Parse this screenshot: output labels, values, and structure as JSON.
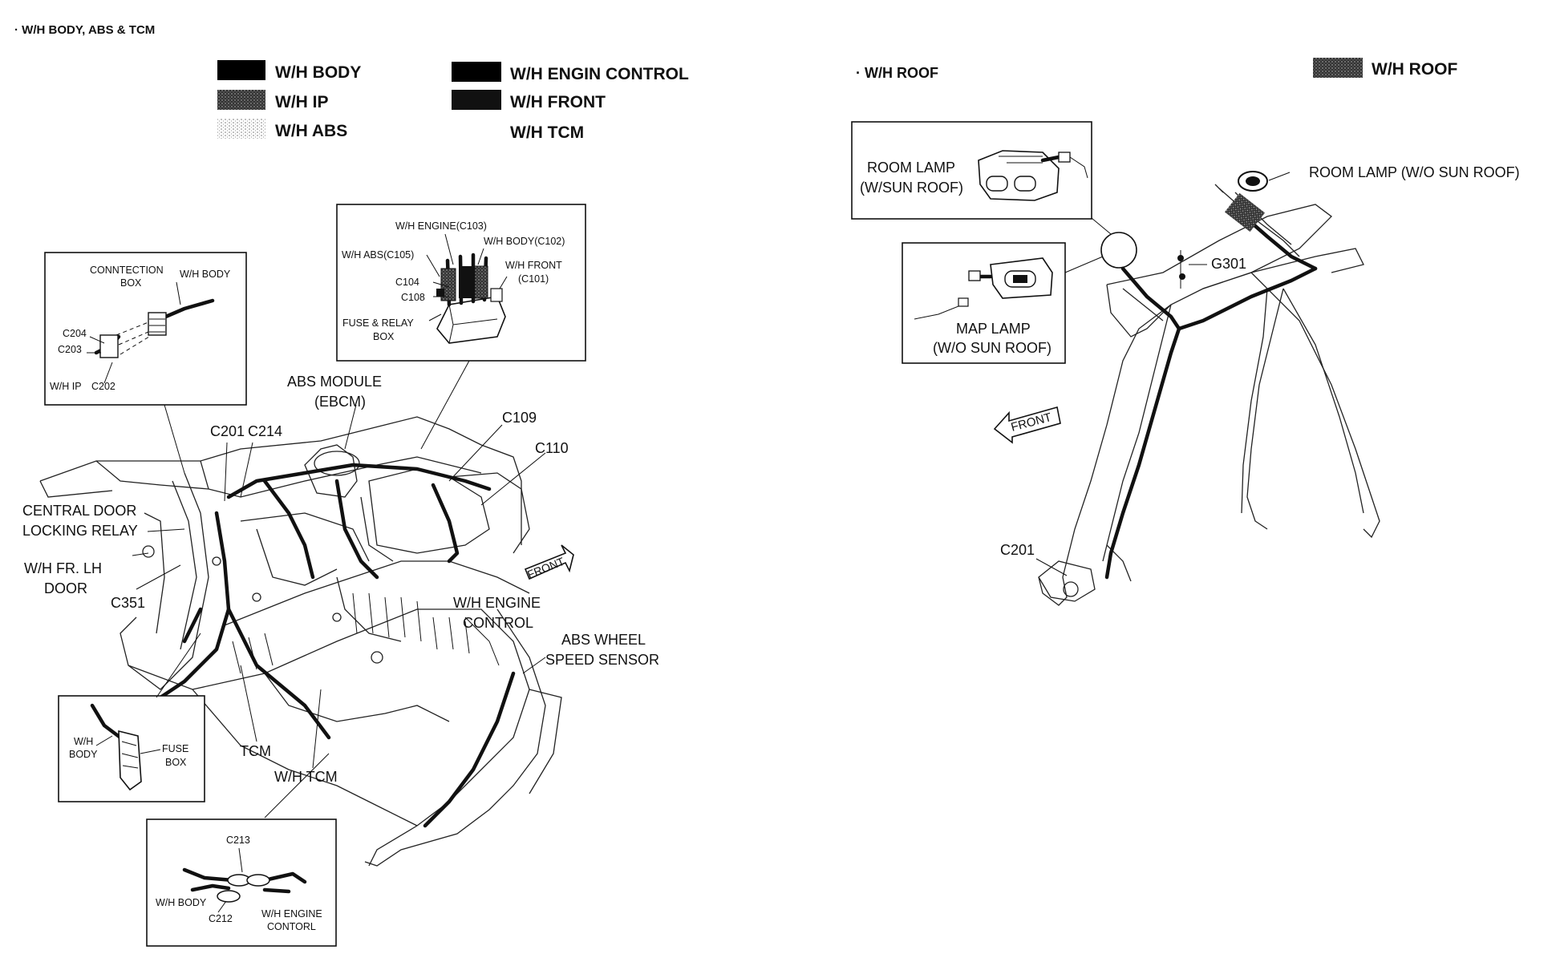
{
  "sections": {
    "left_title": "· W/H BODY,  ABS & TCM",
    "right_title": "· W/H ROOF"
  },
  "legend_left": [
    {
      "label": "W/H BODY",
      "pattern": "solid-black"
    },
    {
      "label": "W/H IP",
      "pattern": "dark-stipple"
    },
    {
      "label": "W/H ABS",
      "pattern": "light-stipple"
    },
    {
      "label": "W/H ENGIN CONTROL",
      "pattern": "solid-black"
    },
    {
      "label": "W/H FRONT",
      "pattern": "solid-black"
    },
    {
      "label": "W/H TCM",
      "pattern": "none"
    }
  ],
  "legend_right": [
    {
      "label": "W/H ROOF",
      "pattern": "dark-stipple"
    }
  ],
  "inset_connection_box": {
    "title_line1": "CONNTECTION",
    "title_line2": "BOX",
    "wh_body": "W/H BODY",
    "c204": "C204",
    "c203": "C203",
    "wh_ip": "W/H IP",
    "c202": "C202"
  },
  "inset_fuse_relay": {
    "wh_engine": "W/H ENGINE(C103)",
    "wh_body": "W/H BODY(C102)",
    "wh_abs": "W/H ABS(C105)",
    "wh_front_line1": "W/H FRONT",
    "wh_front_line2": "(C101)",
    "c104": "C104",
    "c108": "C108",
    "fuse_line1": "FUSE & RELAY",
    "fuse_line2": "BOX"
  },
  "inset_fuse_box": {
    "wh_line1": "W/H",
    "wh_line2": "BODY",
    "fuse_line1": "FUSE",
    "fuse_line2": "BOX"
  },
  "inset_c213": {
    "c213": "C213",
    "wh_body": "W/H BODY",
    "c212": "C212",
    "wh_engine_line1": "W/H ENGINE",
    "wh_engine_line2": "CONTORL"
  },
  "labels_left": {
    "abs_module_line1": "ABS MODULE",
    "abs_module_line2": "(EBCM)",
    "c201": "C201",
    "c214": "C214",
    "c109": "C109",
    "c110": "C110",
    "central_line1": "CENTRAL DOOR",
    "central_line2": "LOCKING RELAY",
    "wh_fr_line1": "W/H FR. LH",
    "wh_fr_line2": "DOOR",
    "c351": "C351",
    "front": "FRONT",
    "wh_engine_line1": "W/H ENGINE",
    "wh_engine_line2": "CONTROL",
    "abs_wheel_line1": "ABS WHEEL",
    "abs_wheel_line2": "SPEED SENSOR",
    "tcm": "TCM",
    "wh_tcm": "W/H TCM"
  },
  "labels_right": {
    "room_lamp_sun_line1": "ROOM LAMP",
    "room_lamp_sun_line2": "(W/SUN ROOF)",
    "room_lamp_wo": "ROOM LAMP (W/O SUN ROOF)",
    "g301": "G301",
    "map_lamp_line1": "MAP LAMP",
    "map_lamp_line2": "(W/O SUN ROOF)",
    "front": "FRONT",
    "c201": "C201"
  }
}
